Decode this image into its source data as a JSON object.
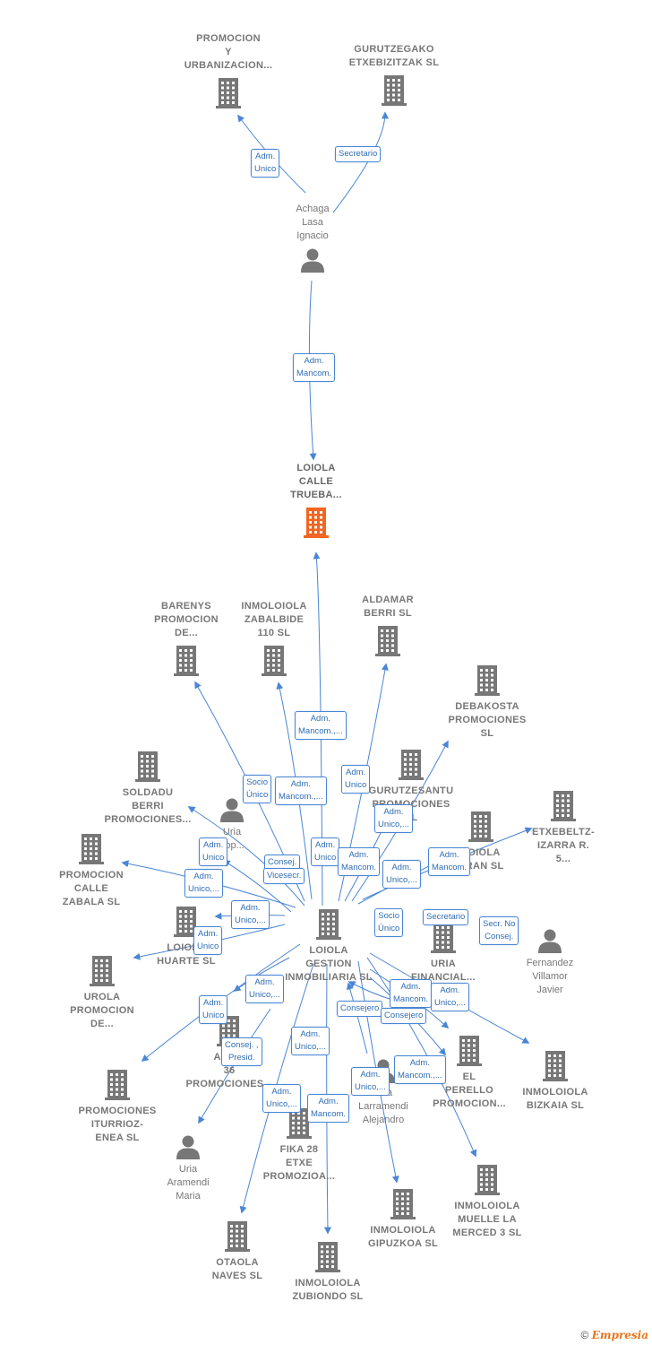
{
  "colors": {
    "edge": "#4a86d4",
    "node": "#777777",
    "focus": "#f26522",
    "badge_text": "#2f6db5"
  },
  "nodes": [
    {
      "id": "promocion-urbanizacion",
      "type": "company",
      "label": "PROMOCION\nY\nURBANIZACION..."
    },
    {
      "id": "gurutzegako",
      "type": "company",
      "label": "GURUTZEGAKO\nETXEBIZITZAK SL"
    },
    {
      "id": "achaga",
      "type": "person",
      "label": "Achaga\nLasa\nIgnacio"
    },
    {
      "id": "loiola-trueba",
      "type": "focus",
      "label": "LOIOLA\nCALLE\nTRUEBA..."
    },
    {
      "id": "barenys",
      "type": "company",
      "label": "BARENYS\nPROMOCION\nDE..."
    },
    {
      "id": "zabalbide",
      "type": "company",
      "label": "INMOLOIOLA\nZABALBIDE\n110 SL"
    },
    {
      "id": "aldamar",
      "type": "company",
      "label": "ALDAMAR\nBERRI SL"
    },
    {
      "id": "debakosta",
      "type": "company",
      "label": "DEBAKOSTA\nPROMOCIONES\nSL"
    },
    {
      "id": "soldadu",
      "type": "company",
      "label": "SOLDADU\nBERRI\nPROMOCIONES..."
    },
    {
      "id": "gurutzesantu",
      "type": "company",
      "label": "GURUTZESANTU\nPROMOCIONES\nSL"
    },
    {
      "id": "etxebeltz",
      "type": "company",
      "label": "ETXEBELTZ-\nIZARRA R.\n5..."
    },
    {
      "id": "calle-zabala",
      "type": "company",
      "label": "PROMOCION\nCALLE\nZABALA SL"
    },
    {
      "id": "uria-lopez",
      "type": "person",
      "label": "Uria\nLop..."
    },
    {
      "id": "loiola-aran",
      "type": "company",
      "label": "LOIOLA\nARAN SL"
    },
    {
      "id": "loiola-gestion",
      "type": "company",
      "label": "LOIOLA\nGESTION\nINMOBILIARIA SL"
    },
    {
      "id": "loiola-huarte",
      "type": "company",
      "label": "LOIOLA\nHUARTE SL"
    },
    {
      "id": "uria-financial",
      "type": "company",
      "label": "URIA\nFINANCIAL..."
    },
    {
      "id": "fernandez",
      "type": "person",
      "label": "Fernandez\nVillamor\nJavier"
    },
    {
      "id": "urola",
      "type": "company",
      "label": "UROLA\nPROMOCION\nDE..."
    },
    {
      "id": "artia",
      "type": "company",
      "label": "ARTIA\n36\nPROMOCIONES..."
    },
    {
      "id": "el-perello",
      "type": "company",
      "label": "EL\nPERELLO\nPROMOCION..."
    },
    {
      "id": "bizkaia",
      "type": "company",
      "label": "INMOLOIOLA\nBIZKAIA SL"
    },
    {
      "id": "iturrioz",
      "type": "company",
      "label": "PROMOCIONES\nITURRIOZ-\nENEA SL"
    },
    {
      "id": "uria-larramendi",
      "type": "person",
      "label": "Uria\nLarramendi\nAlejandro"
    },
    {
      "id": "fika",
      "type": "company",
      "label": "FIKA 28\nETXE\nPROMOZIOA..."
    },
    {
      "id": "uria-aramendi",
      "type": "person",
      "label": "Uria\nAramendi\nMaria"
    },
    {
      "id": "gipuzkoa",
      "type": "company",
      "label": "INMOLOIOLA\nGIPUZKOA SL"
    },
    {
      "id": "muelle",
      "type": "company",
      "label": "INMOLOIOLA\nMUELLE LA\nMERCED 3 SL"
    },
    {
      "id": "otaola",
      "type": "company",
      "label": "OTAOLA\nNAVES SL"
    },
    {
      "id": "zubiondo",
      "type": "company",
      "label": "INMOLOIOLA\nZUBIONDO SL"
    }
  ],
  "badges": [
    "Adm.\nUnico",
    "Secretario",
    "Adm.\nMancom.",
    "Adm.\nMancom.,...",
    "Socio\nÚnico",
    "Adm.\nMancom.,...",
    "Adm.\nUnico",
    "Adm.\nUnico",
    "Adm.\nUnico,...",
    "Consej.",
    "Vicesecr.",
    "Adm.\nUnico",
    "Adm.\nMancom.",
    "Adm.\nMancom.",
    "Adm.\nUnico,...",
    "Adm.\nUnico,...",
    "Adm.\nUnico,...",
    "Adm.\nUnico",
    "Socio\nÚnico",
    "Secretario",
    "Secr. No\nConsej.",
    "Adm.\nUnico,...",
    "Adm.\nUnico",
    "Adm.\nMancom.",
    "Adm.\nUnico,...",
    "Consejero",
    "Consejero",
    "Consej. ,\nPresid.",
    "Adm.\nUnico,...",
    "Adm.\nUnico,...",
    "Adm.\nMancom.,...",
    "Adm.\nUnico,...",
    "Adm.\nMancom."
  ],
  "footer": {
    "copyright": "©",
    "brand": "Empresia"
  }
}
